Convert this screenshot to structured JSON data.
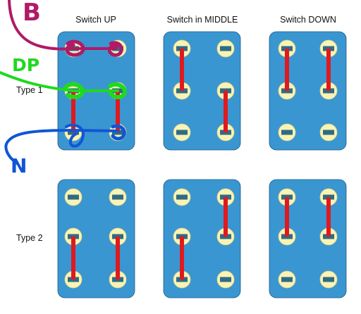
{
  "columns": [
    "Switch UP",
    "Switch in MIDDLE",
    "Switch DOWN"
  ],
  "rows": [
    "Type 1",
    "Type 2"
  ],
  "wire_labels": {
    "b": "B",
    "dp": "DP",
    "n": "N"
  },
  "colors": {
    "panel": "#3a96d1",
    "terminal": "#f9f3b4",
    "slot": "#2f6b86",
    "bridge": "#e0191f",
    "wire_b": "#b01a66",
    "wire_dp": "#1ed91e",
    "wire_n": "#0f56d6"
  }
}
